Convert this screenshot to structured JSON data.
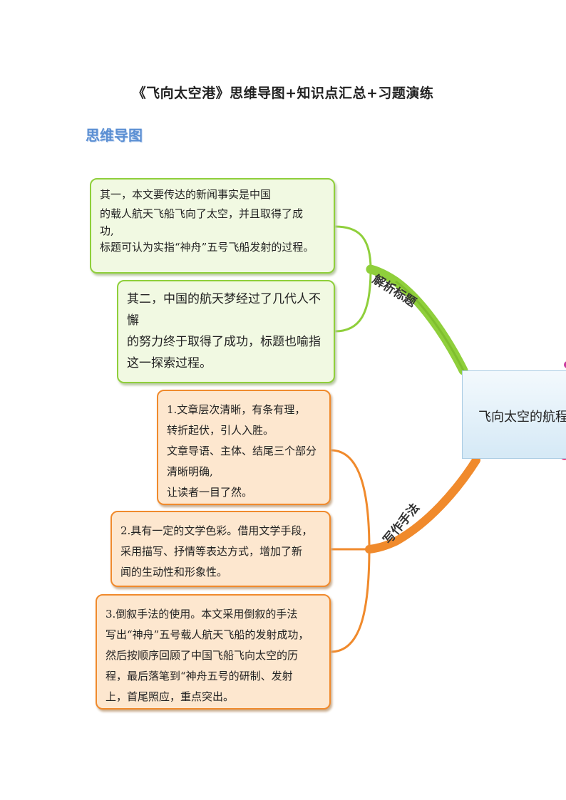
{
  "document": {
    "title": "《飞向太空港》思维导图+知识点汇总+习题演练",
    "section_heading": "思维导图"
  },
  "mindmap": {
    "center": "飞向太空的航程",
    "branches": [
      {
        "label": "解析标题",
        "color": "#8fcf3b",
        "boxes": [
          {
            "lines": [
              "其一，本文要传达的新闻事实是中国",
              "的载人航天飞船飞向了太空，并且取得了成",
              "功,",
              "标题可认为实指“神舟”五号飞船发射的过程。"
            ]
          },
          {
            "lines": [
              "其二，中国的航天梦经过了几代人不",
              "懈",
              "的努力终于取得了成功，标题也喻指",
              "这一探索过程。"
            ]
          }
        ]
      },
      {
        "label": "写作手法",
        "color": "#f08a2c",
        "boxes": [
          {
            "lines": [
              "1.文章层次清晰，有条有理，",
              "转折起伏，引人入胜。",
              "文章导语、主体、结尾三个部分",
              "清晰明确,",
              "让读者一目了然。"
            ]
          },
          {
            "lines": [
              "2.具有一定的文学色彩。借用文学手段，",
              "采用描写、抒情等表达方式，增加了新",
              "闻的生动性和形象性。"
            ]
          },
          {
            "lines": [
              "3.倒叙手法的使用。本文采用倒叙的手法",
              "写出“神舟”五号载人航天飞船的发射成功，",
              "然后按顺序回顾了中国飞船飞向太空的历",
              "程，最后落笔到“神舟五号的研制、发射",
              "上，首尾照应，重点突出。"
            ]
          }
        ]
      }
    ]
  }
}
